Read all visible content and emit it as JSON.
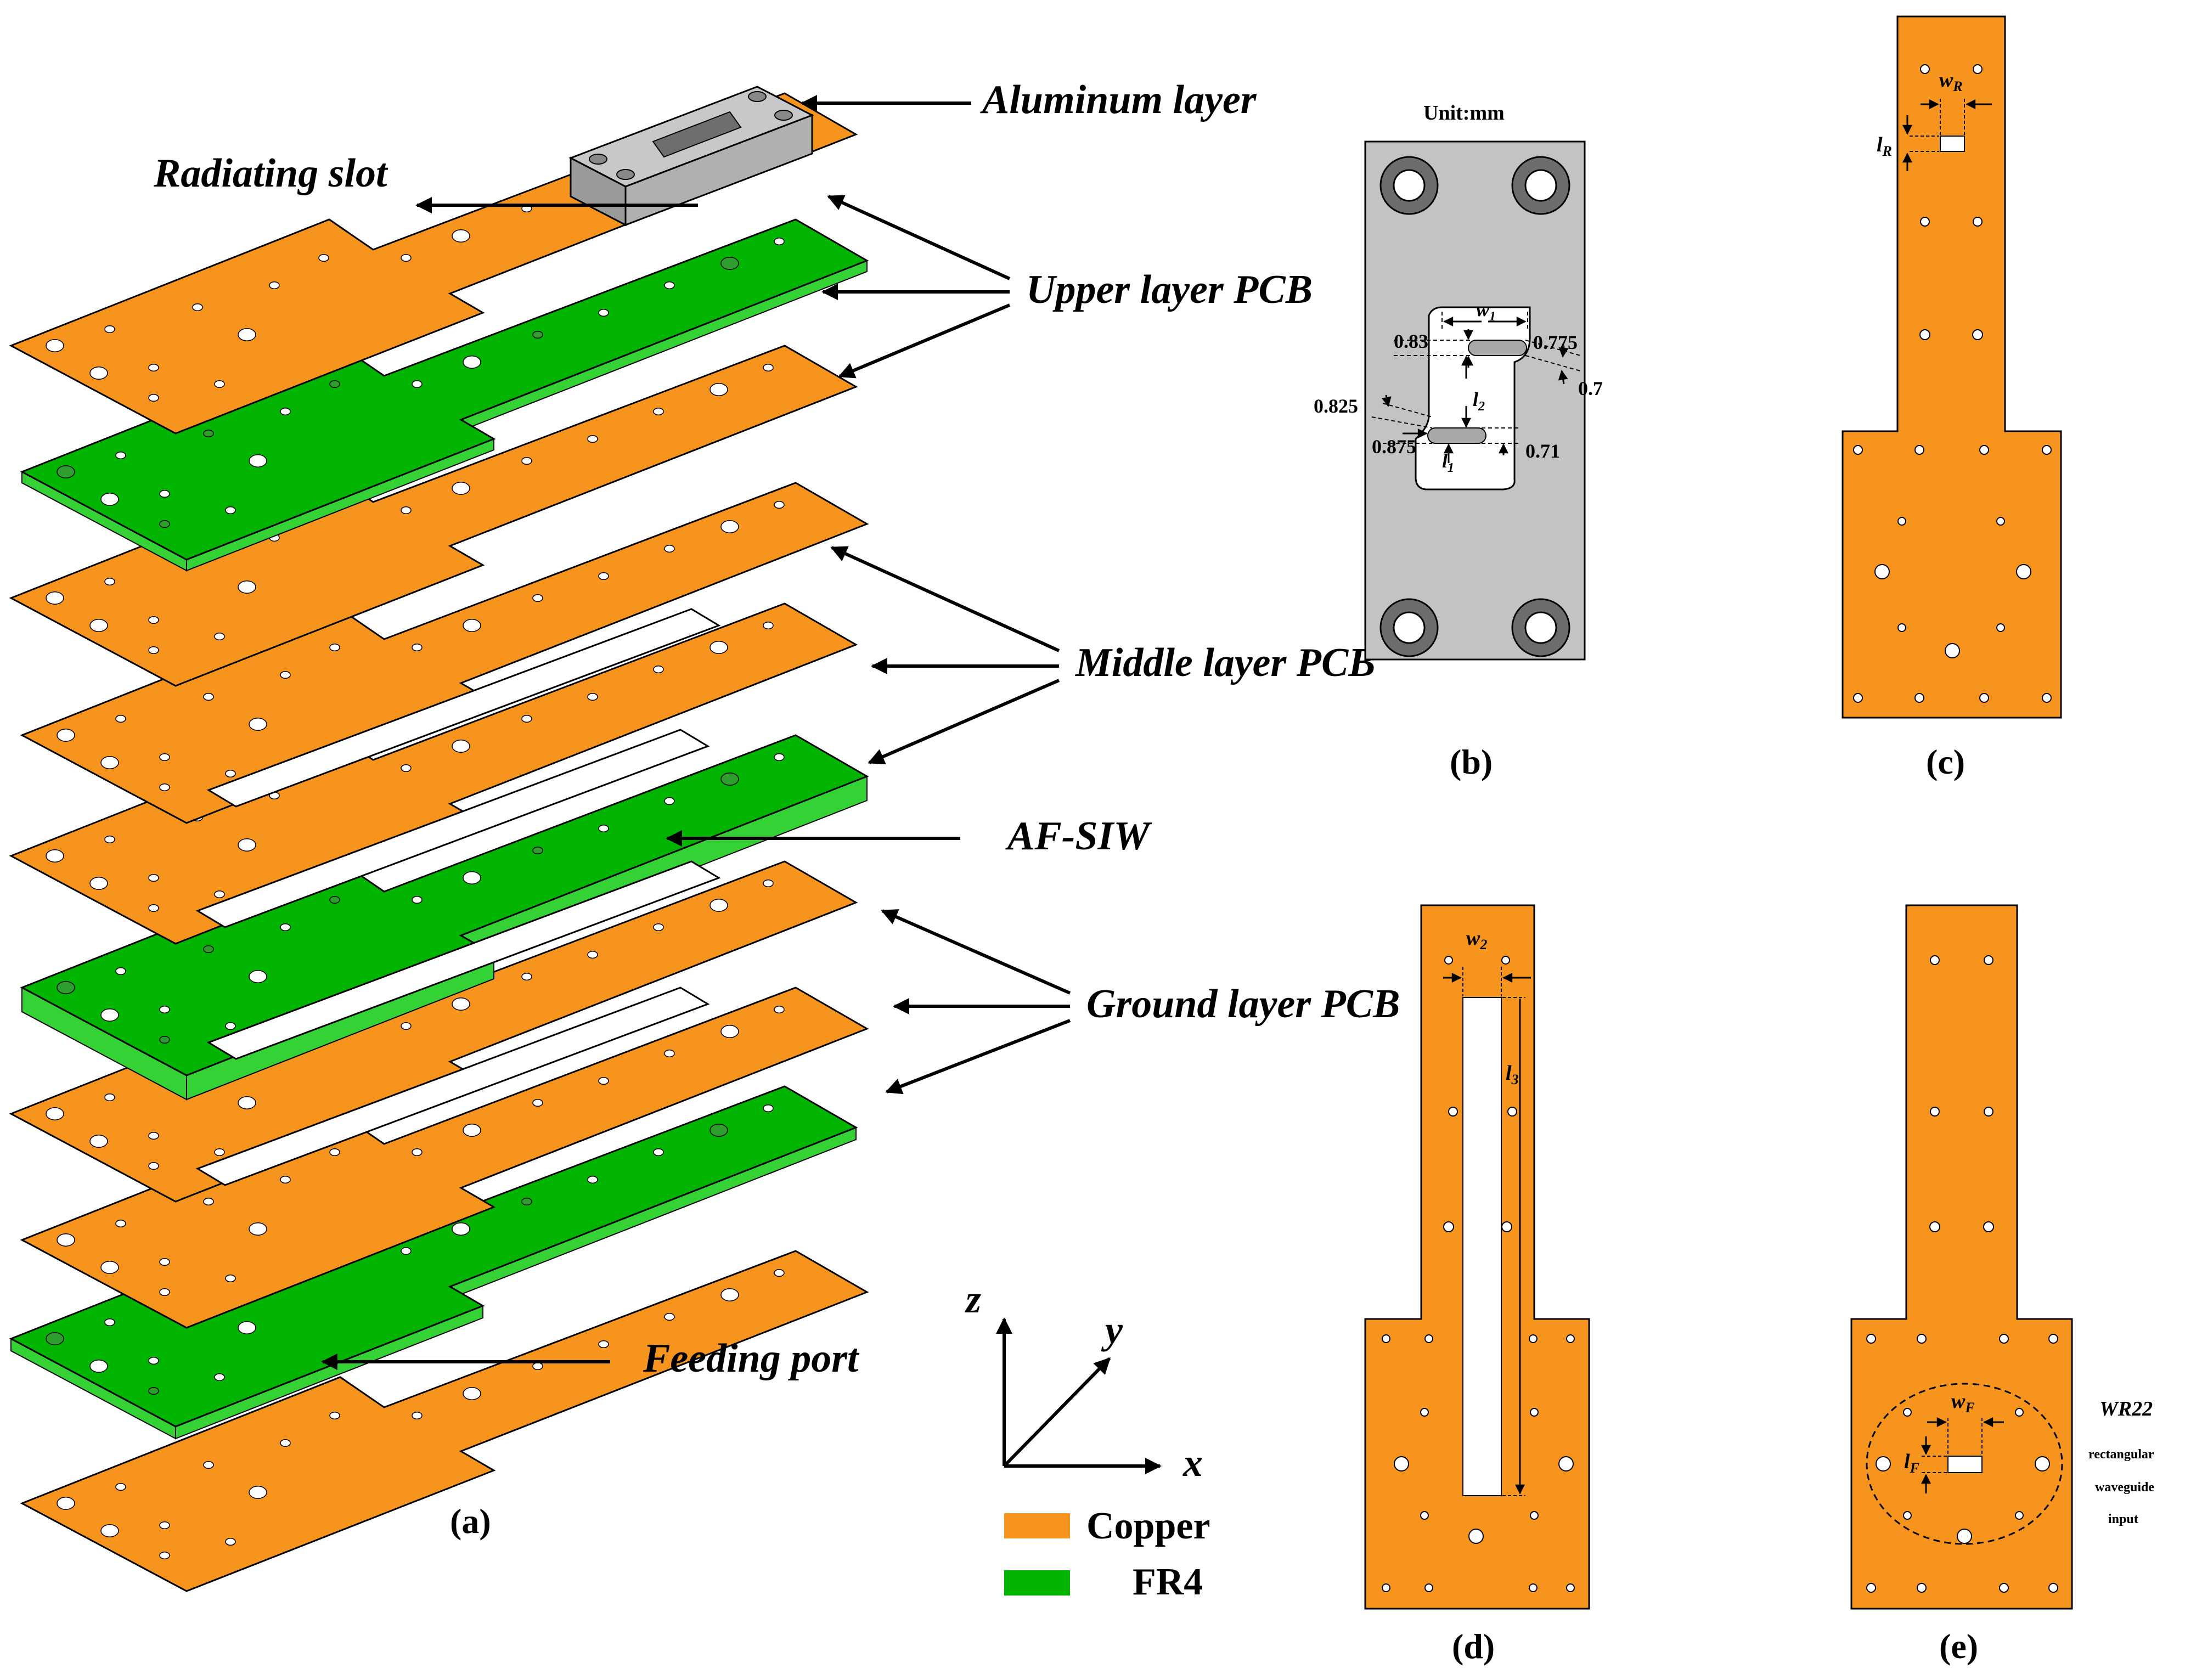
{
  "colors": {
    "copper": "#f7941d",
    "fr4": "#00b400",
    "fr4_side": "#34d234",
    "aluminum": "#b4b4b4",
    "aluminum_dark": "#7a7a7a",
    "outline": "#000000"
  },
  "callouts": {
    "aluminum": "Aluminum layer",
    "radiating_slot": "Radiating slot",
    "upper_pcb": "Upper layer PCB",
    "middle_pcb": "Middle layer PCB",
    "af_siw": "AF-SIW",
    "ground_pcb": "Ground layer PCB",
    "feeding_port": "Feeding port"
  },
  "axes": {
    "x": "x",
    "y": "y",
    "z": "z"
  },
  "legend": {
    "copper": "Copper",
    "fr4": "FR4"
  },
  "panel_labels": {
    "a": "(a)",
    "b": "(b)",
    "c": "(c)",
    "d": "(d)",
    "e": "(e)"
  },
  "panel_b": {
    "unit": "Unit:mm",
    "w1": "w",
    "w1_sub": "1",
    "l1": "l",
    "l1_sub": "1",
    "l2": "l",
    "l2_sub": "2",
    "dims": [
      "0.83",
      "0.775",
      "0.7",
      "0.825",
      "0.875",
      "0.71"
    ]
  },
  "panel_c": {
    "wR": "w",
    "wR_sub": "R",
    "lR": "l",
    "lR_sub": "R"
  },
  "panel_d": {
    "w2": "w",
    "w2_sub": "2",
    "l3": "l",
    "l3_sub": "3"
  },
  "panel_e": {
    "wF": "w",
    "wF_sub": "F",
    "lF": "l",
    "lF_sub": "F",
    "wr22": "WR22",
    "wr22_lines": [
      "rectangular",
      "waveguide",
      "input"
    ]
  }
}
